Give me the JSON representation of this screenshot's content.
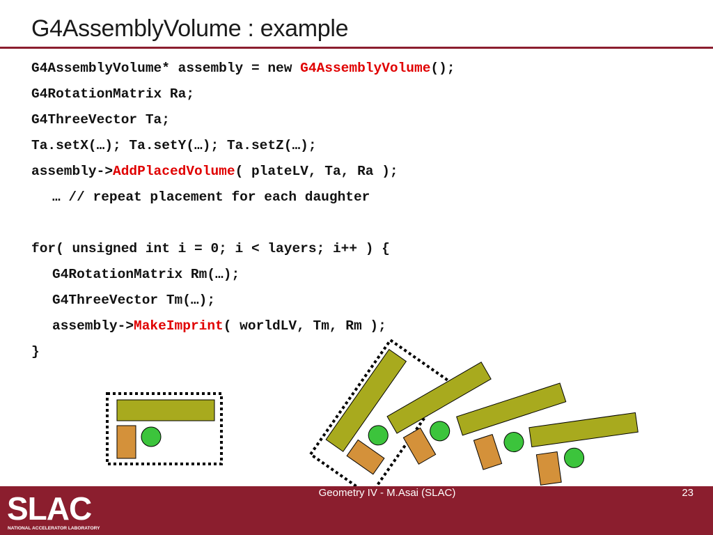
{
  "title": "G4AssemblyVolume : example",
  "code": {
    "l1a": "G4AssemblyVolume* assembly = new ",
    "l1b": "G4AssemblyVolume",
    "l1c": "();",
    "l2": "G4RotationMatrix Ra;",
    "l3": "G4ThreeVector Ta;",
    "l4": "Ta.setX(…); Ta.setY(…); Ta.setZ(…);",
    "l5a": "assembly->",
    "l5b": "AddPlacedVolume",
    "l5c": "( plateLV, Ta, Ra );",
    "l6": "… // repeat placement for each daughter",
    "l7": "for( unsigned int i = 0; i < layers; i++ ) {",
    "l8": "G4RotationMatrix Rm(…);",
    "l9": "G4ThreeVector Tm(…);",
    "l10a": "assembly->",
    "l10b": "MakeImprint",
    "l10c": "( worldLV, Tm, Rm );",
    "l11": "}"
  },
  "colors": {
    "highlight": "#e00000",
    "footer": "#8b1e2e",
    "plate": "#a8aa1e",
    "box": "#d4913a",
    "circle": "#3cc43c"
  },
  "footer": {
    "center": "Geometry IV - M.Asai (SLAC)",
    "page": "23",
    "logo_text": "SLAC",
    "logo_subtitle": "NATIONAL ACCELERATOR LABORATORY"
  }
}
